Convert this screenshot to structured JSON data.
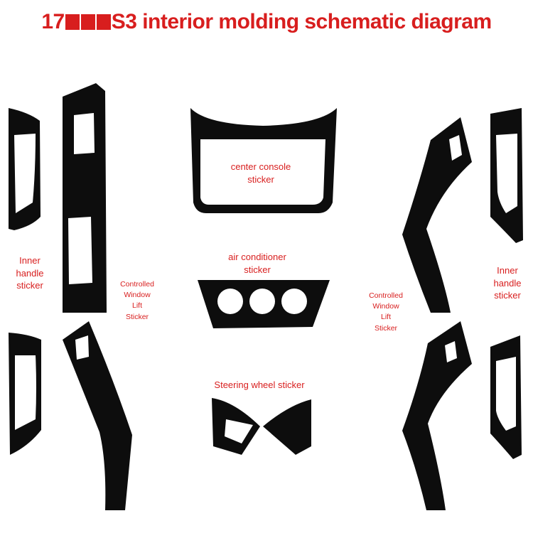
{
  "title": {
    "prefix": "17",
    "suffix": "S3 interior molding schematic diagram",
    "unreadable_glyph_count": 3
  },
  "colors": {
    "label_red": "#d81e1e",
    "piece_black": "#0d0d0d",
    "background": "#ffffff"
  },
  "labels": {
    "center_console": [
      "center console",
      "sticker"
    ],
    "air_conditioner": [
      "air conditioner",
      "sticker"
    ],
    "steering_wheel": "Steering wheel sticker",
    "inner_handle_left": [
      "Inner",
      "handle",
      "sticker"
    ],
    "inner_handle_right": [
      "Inner",
      "handle",
      "sticker"
    ],
    "window_lift_left": [
      "Controlled",
      "Window",
      "Lift",
      "Sticker"
    ],
    "window_lift_right": [
      "Controlled",
      "Window",
      "Lift",
      "Sticker"
    ]
  }
}
